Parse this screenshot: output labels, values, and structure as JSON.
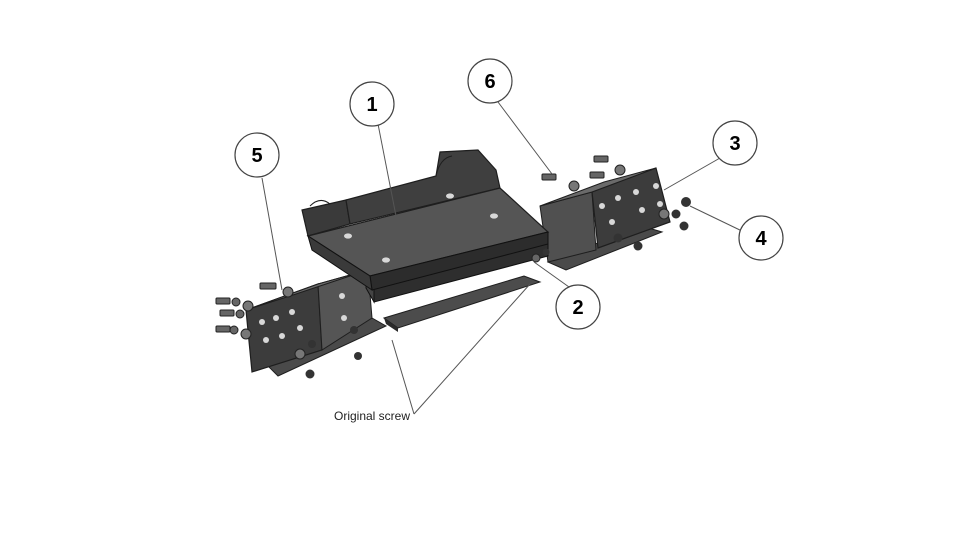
{
  "colors": {
    "background": "#ffffff",
    "metal_dark": "#3a3a3a",
    "metal_mid": "#5c5c5c",
    "metal_light": "#7a7a7a",
    "metal_edge": "#1e1e1e",
    "hole": "#d8d8d8",
    "bubble_stroke": "#444444",
    "leader": "#555555"
  },
  "callouts": [
    {
      "id": "1",
      "label": "1"
    },
    {
      "id": "2",
      "label": "2"
    },
    {
      "id": "3",
      "label": "3"
    },
    {
      "id": "4",
      "label": "4"
    },
    {
      "id": "5",
      "label": "5"
    },
    {
      "id": "6",
      "label": "6"
    }
  ],
  "caption": {
    "text": "Original screw"
  }
}
